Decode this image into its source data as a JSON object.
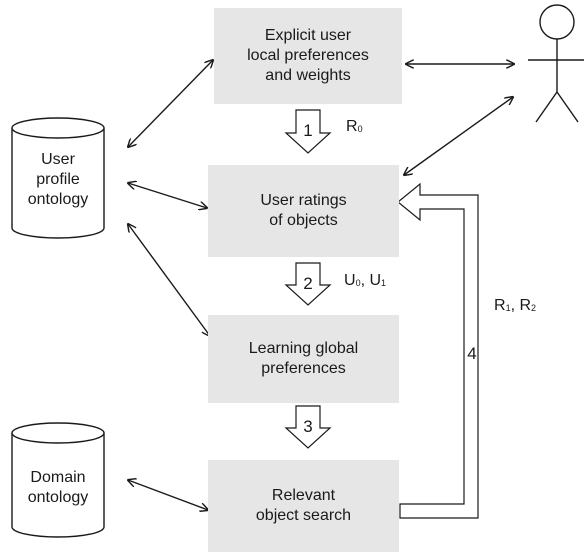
{
  "boxes": {
    "explicit": [
      "Explicit user",
      "local preferences",
      "and weights"
    ],
    "ratings": [
      "User ratings",
      "of objects"
    ],
    "learning": [
      "Learning global",
      "preferences"
    ],
    "search": [
      "Relevant",
      "object search"
    ]
  },
  "databases": {
    "user_profile": [
      "User",
      "profile",
      "ontology"
    ],
    "domain": [
      "Domain",
      "ontology"
    ]
  },
  "steps": [
    "1",
    "2",
    "3",
    "4"
  ],
  "labels": {
    "r0": {
      "base": "R",
      "sub": "0"
    },
    "u0": {
      "base": "U",
      "sub": "0"
    },
    "sep1": ", ",
    "u1": {
      "base": "U",
      "sub": "1"
    },
    "r1": {
      "base": "R",
      "sub": "1"
    },
    "sep2": ", ",
    "r2": {
      "base": "R",
      "sub": "2"
    }
  }
}
